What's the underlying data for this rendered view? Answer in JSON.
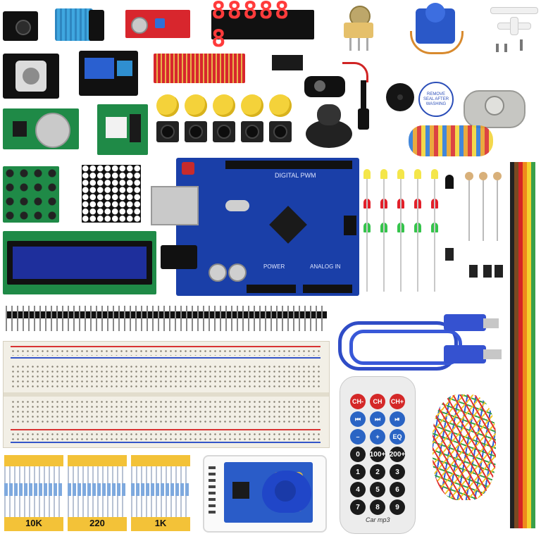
{
  "segment_display": {
    "digits": "88888 8"
  },
  "remote": {
    "brand": "Car mp3",
    "buttons": [
      {
        "label": "CH-",
        "color": "red"
      },
      {
        "label": "CH",
        "color": "red"
      },
      {
        "label": "CH+",
        "color": "red"
      },
      {
        "label": "⏮",
        "color": "blue"
      },
      {
        "label": "⏭",
        "color": "blue"
      },
      {
        "label": "⏯",
        "color": "blue"
      },
      {
        "label": "–",
        "color": "blue"
      },
      {
        "label": "+",
        "color": "blue"
      },
      {
        "label": "EQ",
        "color": "blue"
      },
      {
        "label": "0",
        "color": "black"
      },
      {
        "label": "100+",
        "color": "black"
      },
      {
        "label": "200+",
        "color": "black"
      },
      {
        "label": "1",
        "color": "black"
      },
      {
        "label": "2",
        "color": "black"
      },
      {
        "label": "3",
        "color": "black"
      },
      {
        "label": "4",
        "color": "black"
      },
      {
        "label": "5",
        "color": "black"
      },
      {
        "label": "6",
        "color": "black"
      },
      {
        "label": "7",
        "color": "black"
      },
      {
        "label": "8",
        "color": "black"
      },
      {
        "label": "9",
        "color": "black"
      }
    ]
  },
  "resistor_labels": [
    "10K",
    "220",
    "1K"
  ],
  "board": {
    "digital_label": "DIGITAL PWM",
    "power_label": "POWER",
    "analog_label": "ANALOG IN"
  },
  "buzzer_sticker": "REMOVE SEAL AFTER WASHING",
  "colors": {
    "pcb_blue": "#1a3fa8",
    "pcb_red": "#d8262d",
    "pcb_green": "#1f8a47",
    "button_yellow": "#f4d23a",
    "label_strip": "#f3c238"
  }
}
